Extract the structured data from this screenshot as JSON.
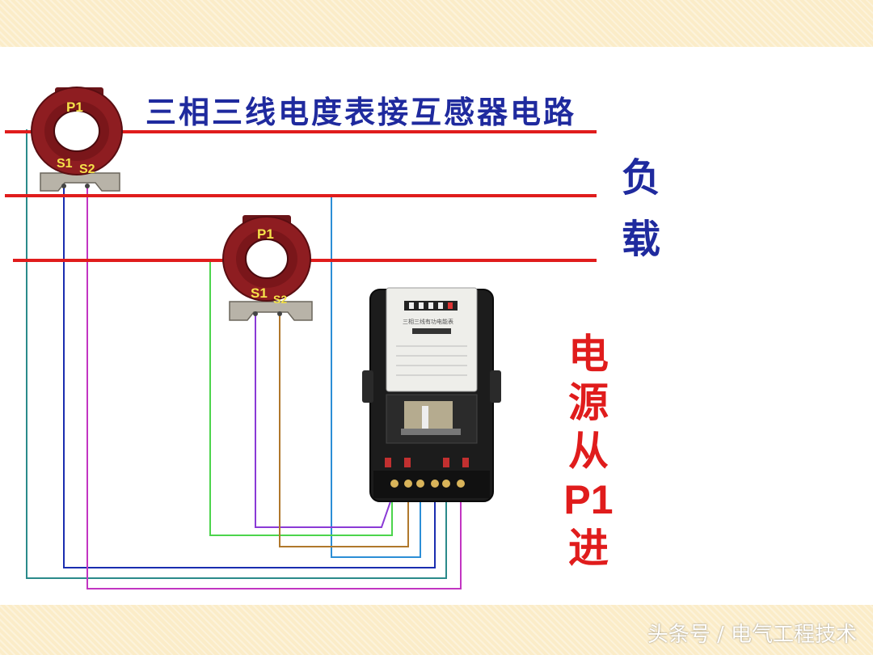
{
  "title": "三相三线电度表接互感器电路",
  "load_label": [
    "负",
    "载"
  ],
  "note_label": [
    "电",
    "源",
    "从",
    "P1",
    "进"
  ],
  "ct1": {
    "p1": "P1",
    "s1": "S1",
    "s2": "S2"
  },
  "ct2": {
    "p1": "P1",
    "s1": "S1",
    "s2": "S2"
  },
  "meter": {
    "nameplate": "三相三线有功电能表"
  },
  "watermark": "头条号 / 电气工程技术",
  "colors": {
    "phase_line": "#e01c1c",
    "title_text": "#1f2a9e",
    "note_text": "#e01c1c",
    "ct_body": "#8e1d21",
    "band": "#fbecc8"
  }
}
